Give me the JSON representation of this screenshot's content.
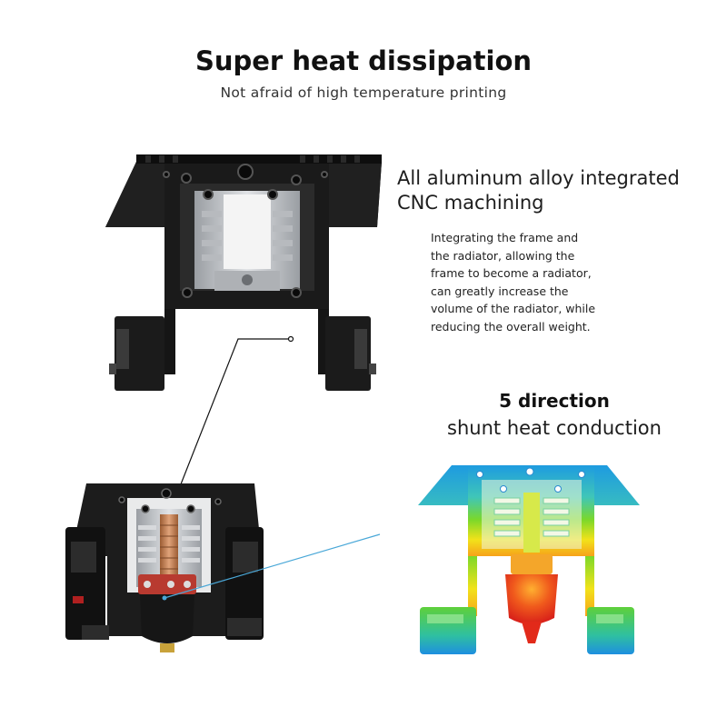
{
  "header": {
    "title": "Super heat dissipation",
    "subtitle": "Not afraid of high temperature printing"
  },
  "feature_cnc": {
    "heading_line1": "All aluminum alloy integrated",
    "heading_line2": "CNC machining",
    "description_lines": [
      "Integrating the frame and",
      "the radiator, allowing the",
      "frame to become a radiator,",
      "can greatly increase the",
      "volume of the radiator, while",
      "reducing the overall weight."
    ]
  },
  "feature_heat": {
    "heading_bold": "5 direction",
    "heading_line": "shunt heat conduction"
  },
  "colors": {
    "frame_black": "#141414",
    "aluminum": "#c9ccd0",
    "copper": "#c8865a",
    "callout_line_dark": "#111111",
    "callout_line_blue": "#4aa8d8",
    "thermal_cool": "#1e9be0",
    "thermal_mid": "#7bd82a",
    "thermal_warm": "#f2e21a",
    "thermal_hot": "#e8301c"
  }
}
